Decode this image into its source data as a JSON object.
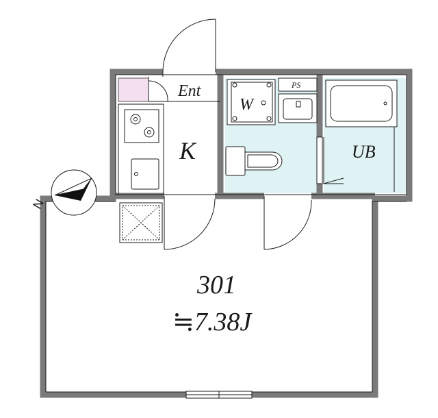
{
  "plan": {
    "room_number": "301",
    "room_size": "≒7.38J",
    "rooms": {
      "entrance": "Ent",
      "kitchen": "K",
      "washer": "W",
      "pipe_space": "PS",
      "unit_bath": "UB"
    },
    "compass": {
      "label": "N"
    },
    "colors": {
      "wall": "#7a7a7a",
      "wet_area": "#dff3f5",
      "entrance_tile": "#f3dff0",
      "line": "#1a1a1a"
    }
  }
}
